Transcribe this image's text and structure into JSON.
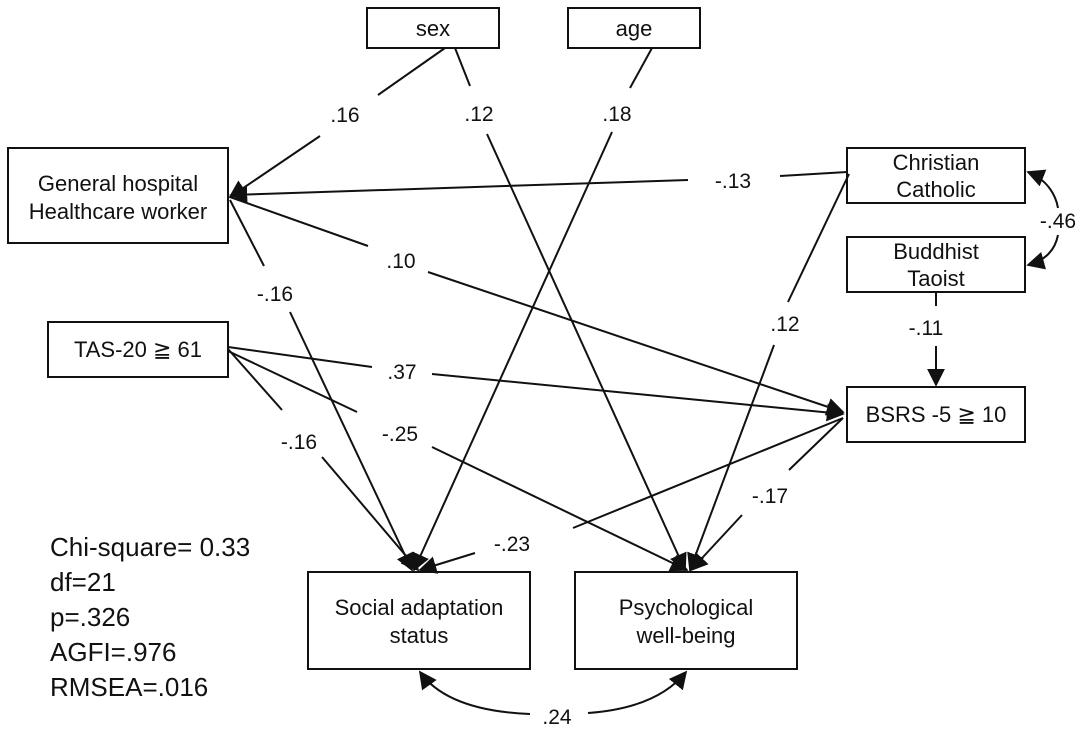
{
  "nodes": {
    "sex": "sex",
    "age": "age",
    "hospital": [
      "General hospital",
      "Healthcare worker"
    ],
    "christian": [
      "Christian",
      "Catholic"
    ],
    "buddhist": [
      "Buddhist",
      "Taoist"
    ],
    "tas": "TAS-20 ≧ 61",
    "bsrs": "BSRS -5 ≧ 10",
    "social": [
      "Social adaptation",
      "status"
    ],
    "wellbeing": [
      "Psychological",
      "well-being"
    ]
  },
  "paths": [
    {
      "from": "sex",
      "to": "General hospital Healthcare worker",
      "coefficient": ".16"
    },
    {
      "from": "sex",
      "to": "Psychological well-being",
      "coefficient": ".12"
    },
    {
      "from": "age",
      "to": "Social adaptation status",
      "coefficient": ".18"
    },
    {
      "from": "Christian Catholic",
      "to": "General hospital Healthcare worker",
      "coefficient": "-.13"
    },
    {
      "from": "Christian Catholic",
      "to": "Psychological well-being",
      "coefficient": ".12"
    },
    {
      "from": "General hospital Healthcare worker",
      "to": "BSRS -5 ≧ 10",
      "coefficient": ".10"
    },
    {
      "from": "General hospital Healthcare worker",
      "to": "Social adaptation status",
      "coefficient": "-.16"
    },
    {
      "from": "Buddhist Taoist",
      "to": "BSRS -5 ≧ 10",
      "coefficient": "-.11"
    },
    {
      "from": "TAS-20 ≧ 61",
      "to": "BSRS -5 ≧ 10",
      "coefficient": ".37"
    },
    {
      "from": "TAS-20 ≧ 61",
      "to": "Social adaptation status",
      "coefficient": "-.16"
    },
    {
      "from": "TAS-20 ≧ 61",
      "to": "Psychological well-being",
      "coefficient": "-.25"
    },
    {
      "from": "BSRS -5 ≧ 10",
      "to": "Psychological well-being",
      "coefficient": "-.17"
    },
    {
      "from": "BSRS -5 ≧ 10",
      "to": "Social adaptation status",
      "coefficient": "-.23"
    }
  ],
  "correlations": [
    {
      "between": [
        "Christian Catholic",
        "Buddhist Taoist"
      ],
      "coefficient": "-.46"
    },
    {
      "between": [
        "Social adaptation status",
        "Psychological well-being"
      ],
      "coefficient": ".24"
    }
  ],
  "fit_indices": {
    "chi_square": "Chi-square= 0.33",
    "df": "df=21",
    "p": "p=.326",
    "agfi": "AGFI=.976",
    "rmsea": "RMSEA=.016"
  }
}
